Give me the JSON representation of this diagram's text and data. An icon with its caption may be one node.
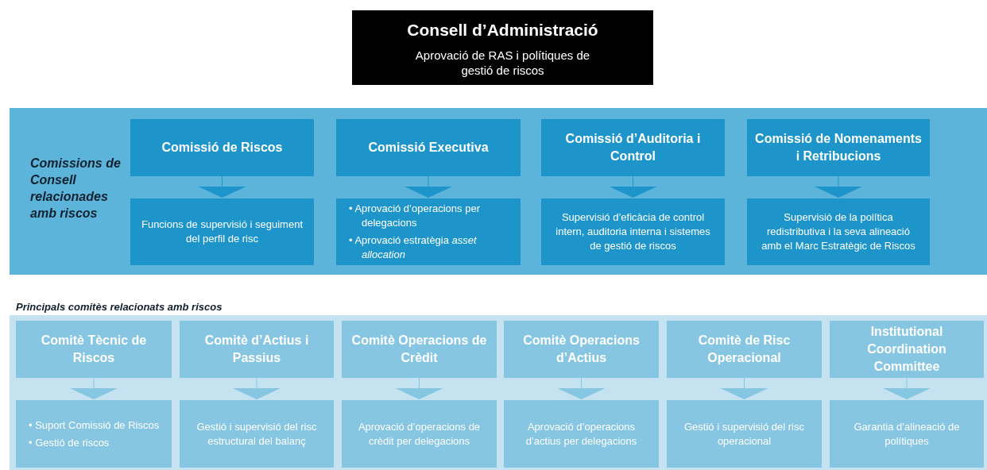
{
  "diagram": {
    "nodes": [
      {
        "text": [
          "Consell d’Administració",
          "Aprovació de RAS i polítiques de gestió de riscos"
        ]
      },
      {
        "text": [
          "Comissions de Consell relacionades amb riscos"
        ]
      },
      {
        "text": [
          "Comissió de Riscos"
        ],
        "in": 1
      },
      {
        "text": [
          "Funcions de supervisió i seguiment del perfil de risc"
        ],
        "in": 1
      },
      {
        "text": [
          "Comissió Executiva"
        ],
        "in": 1
      },
      {
        "text": [
          "• Aprovació d’operacions per delegacions",
          "• Aprovació estratègia *asset allocation*"
        ],
        "in": 1
      },
      {
        "text": [
          "Comissió d’Auditoria i Control"
        ],
        "in": 1
      },
      {
        "text": [
          "Supervisió d’eficàcia de control intern, auditoria interna i sistemes de gestió de riscos"
        ],
        "in": 1
      },
      {
        "text": [
          "Comissió de Nomenaments i Retribucions"
        ],
        "in": 1
      },
      {
        "text": [
          "Supervisió de la política redistributiva i la seva alineació amb el Marc Estratègic de Riscos"
        ],
        "in": 1
      },
      {
        "text": [
          "Principals comitès relacionats amb riscos"
        ]
      },
      {
        "text": [
          "Comitè Tècnic de Riscos"
        ],
        "in": 10
      },
      {
        "text": [
          "• Suport Comissió de Riscos",
          "• Gestió de riscos"
        ],
        "in": 10
      },
      {
        "text": [
          "Comitè d’Actius i Passius"
        ],
        "in": 10
      },
      {
        "text": [
          "Gestió i supervisió del risc estructural del balanç"
        ],
        "in": 10
      },
      {
        "text": [
          "Comitè Operacions de Crèdit"
        ],
        "in": 10
      },
      {
        "text": [
          "Aprovació d’operacions de crèdit per delegacions"
        ],
        "in": 10
      },
      {
        "text": [
          "Comitè Operacions d’Actius"
        ],
        "in": 10
      },
      {
        "text": [
          "Aprovació d’operacions d’actius per delegacions"
        ],
        "in": 10
      },
      {
        "text": [
          "Comitè de Risc Operacional"
        ],
        "in": 10
      },
      {
        "text": [
          "Gestió i supervisió del risc operacional"
        ],
        "in": 10
      },
      {
        "text": [
          "Institutional Coordination Committee"
        ],
        "in": 10
      },
      {
        "text": [
          "Garantia d’alineació de polítiques"
        ],
        "in": 10
      }
    ],
    "edges": [
      {
        "from": 2,
        "to": 3,
        "arrow": "to",
        "color": "#1d95ca"
      },
      {
        "from": 4,
        "to": 5,
        "arrow": "to",
        "color": "#1d95ca"
      },
      {
        "from": 6,
        "to": 7,
        "arrow": "to",
        "color": "#1d95ca"
      },
      {
        "from": 8,
        "to": 9,
        "arrow": "to",
        "color": "#1d95ca"
      },
      {
        "from": 11,
        "to": 12,
        "arrow": "to"
      },
      {
        "from": 13,
        "to": 14,
        "arrow": "to"
      },
      {
        "from": 15,
        "to": 16,
        "arrow": "to"
      },
      {
        "from": 17,
        "to": 18,
        "arrow": "to"
      },
      {
        "from": 19,
        "to": 20,
        "arrow": "to"
      },
      {
        "from": 21,
        "to": 22,
        "arrow": "to"
      }
    ]
  }
}
